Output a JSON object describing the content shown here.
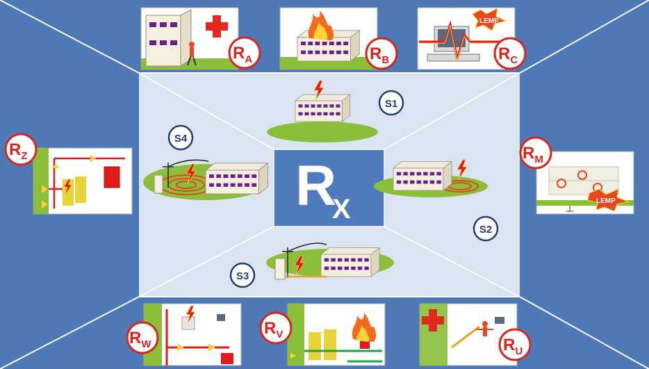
{
  "colors": {
    "outer": "#4f79b6",
    "inner": "#dbe5f1",
    "center": "#4f7bbd",
    "badge_text": "#d9261c",
    "s_text": "#1f3f73",
    "ground": "#8bbf3a",
    "fire": "#e8461c",
    "lightning": "#e01b1b"
  },
  "center": {
    "main": "R",
    "sub": "X"
  },
  "risks": {
    "a": {
      "main": "R",
      "sub": "A"
    },
    "b": {
      "main": "R",
      "sub": "B"
    },
    "c": {
      "main": "R",
      "sub": "C"
    },
    "m": {
      "main": "R",
      "sub": "M"
    },
    "z": {
      "main": "R",
      "sub": "Z"
    },
    "w": {
      "main": "R",
      "sub": "W"
    },
    "v": {
      "main": "R",
      "sub": "V"
    },
    "u": {
      "main": "R",
      "sub": "U"
    }
  },
  "sources": {
    "s1": "S1",
    "s2": "S2",
    "s3": "S3",
    "s4": "S4"
  },
  "lemp_c": "LEMP",
  "lemp_m": "LEMP",
  "icons": [
    "red-cross-icon",
    "fire-icon",
    "lightning-icon",
    "monitor-icon",
    "power-line-icon",
    "electric-panel-icon",
    "person-icon",
    "house-building-icon"
  ]
}
